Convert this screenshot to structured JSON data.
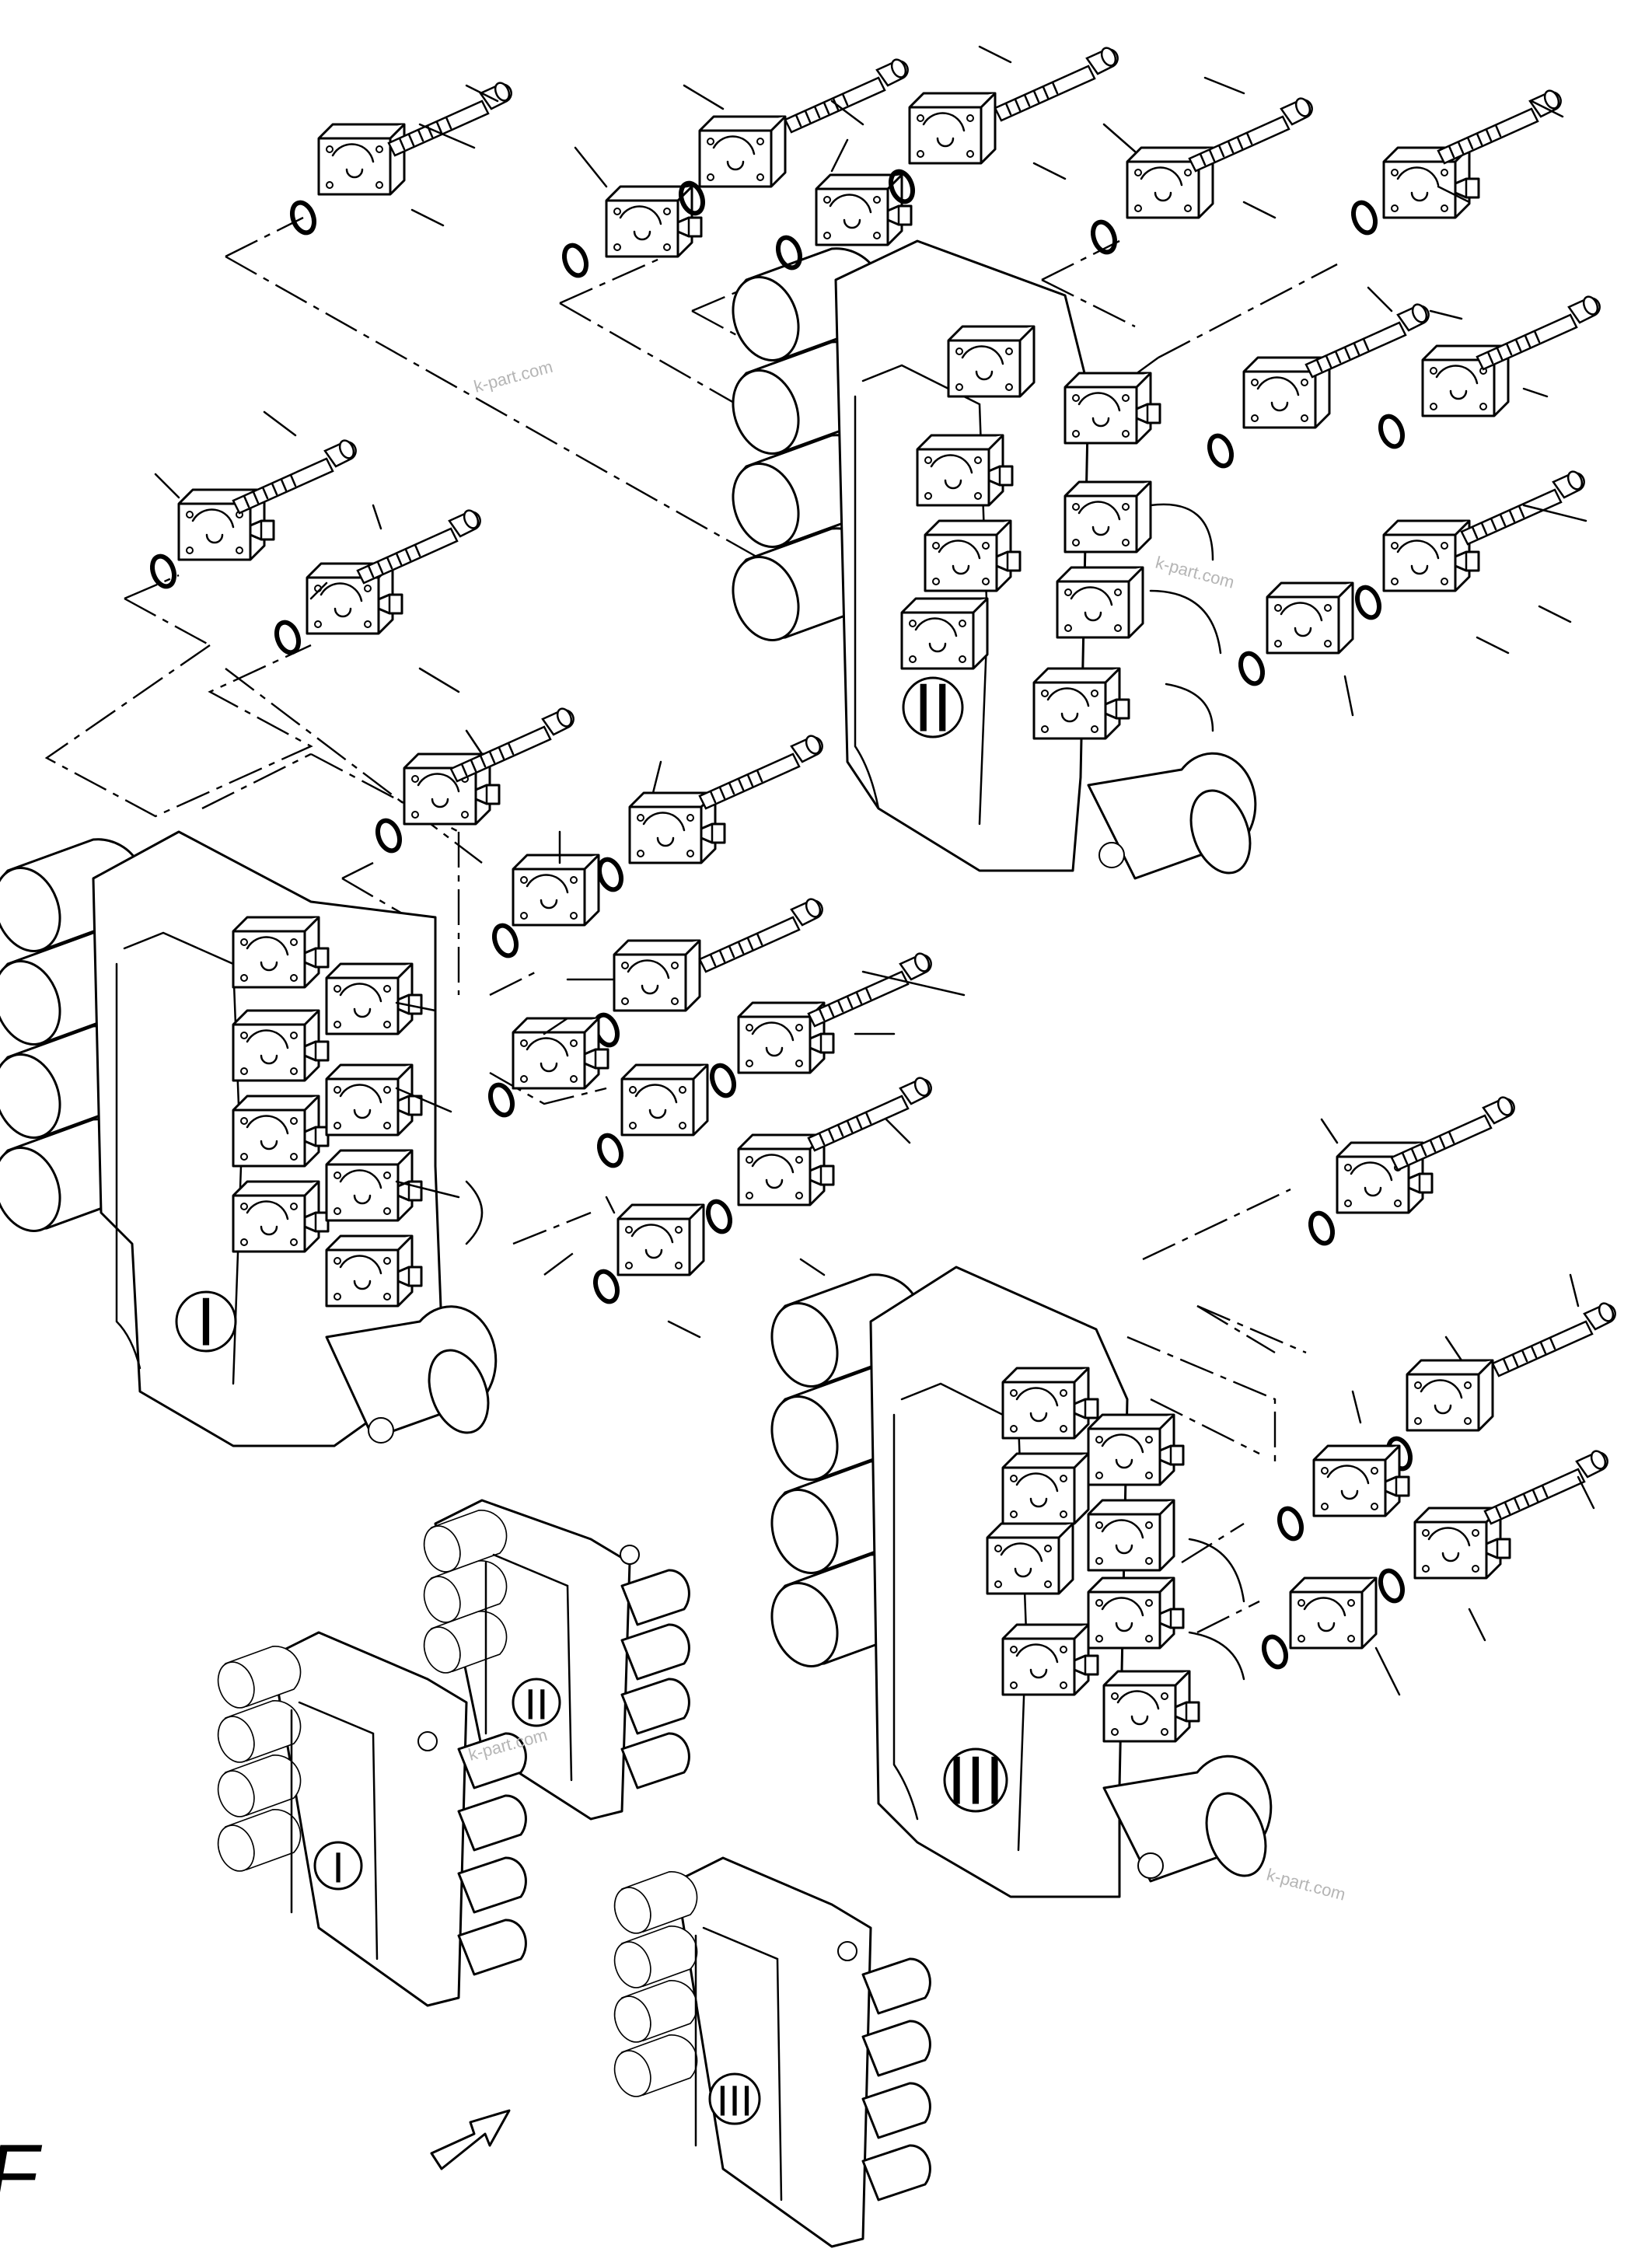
{
  "section_labels": {
    "main_I": "I",
    "main_II": "II",
    "main_III": "III",
    "small_I": "I",
    "small_II": "II",
    "small_III": "III"
  },
  "view_label": "F",
  "watermarks": [
    "k-part.com",
    "k-part.com",
    "k-part.com",
    "k-part.com"
  ],
  "icons": {
    "view_arrow": "arrow-right-icon",
    "bolt": "bolt-icon",
    "o_ring": "o-ring-icon",
    "cover_block": "cover-block-icon"
  }
}
